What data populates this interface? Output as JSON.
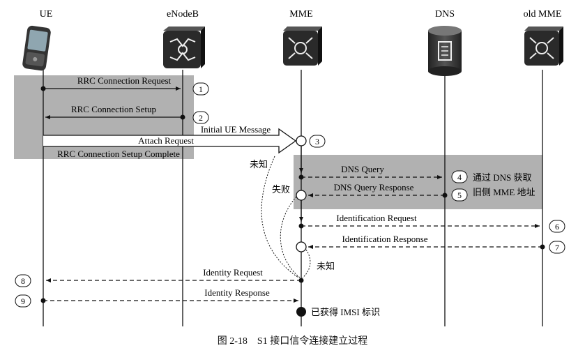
{
  "entities": {
    "ue": "UE",
    "enodeb": "eNodeB",
    "mme": "MME",
    "dns": "DNS",
    "old_mme": "old MME"
  },
  "messages": {
    "rrc_request": "RRC Connection Request",
    "rrc_setup": "RRC Connection Setup",
    "initial_ue": "Initial UE Message",
    "attach_request": "Attach Request",
    "rrc_setup_complete": "RRC Connection Setup Complete",
    "dns_query": "DNS Query",
    "dns_query_response": "DNS Query Response",
    "identification_request": "Identification Request",
    "identification_response": "Identification Response",
    "identity_request": "Identity Request",
    "identity_response": "Identity Response"
  },
  "steps": [
    "1",
    "2",
    "3",
    "4",
    "5",
    "6",
    "7",
    "8",
    "9"
  ],
  "annotations": {
    "unknown_1": "未知",
    "failure": "失败",
    "unknown_2": "未知",
    "dns_note_line1": "通过 DNS 获取",
    "dns_note_line2": "旧侧 MME 地址",
    "imsi_obtained": "已获得 IMSI 标识"
  },
  "caption": "图 2-18　S1 接口信令连接建立过程",
  "colors": {
    "shaded_region": "#a9a9a9",
    "line": "#111111",
    "device_dark": "#2a2a2a"
  }
}
